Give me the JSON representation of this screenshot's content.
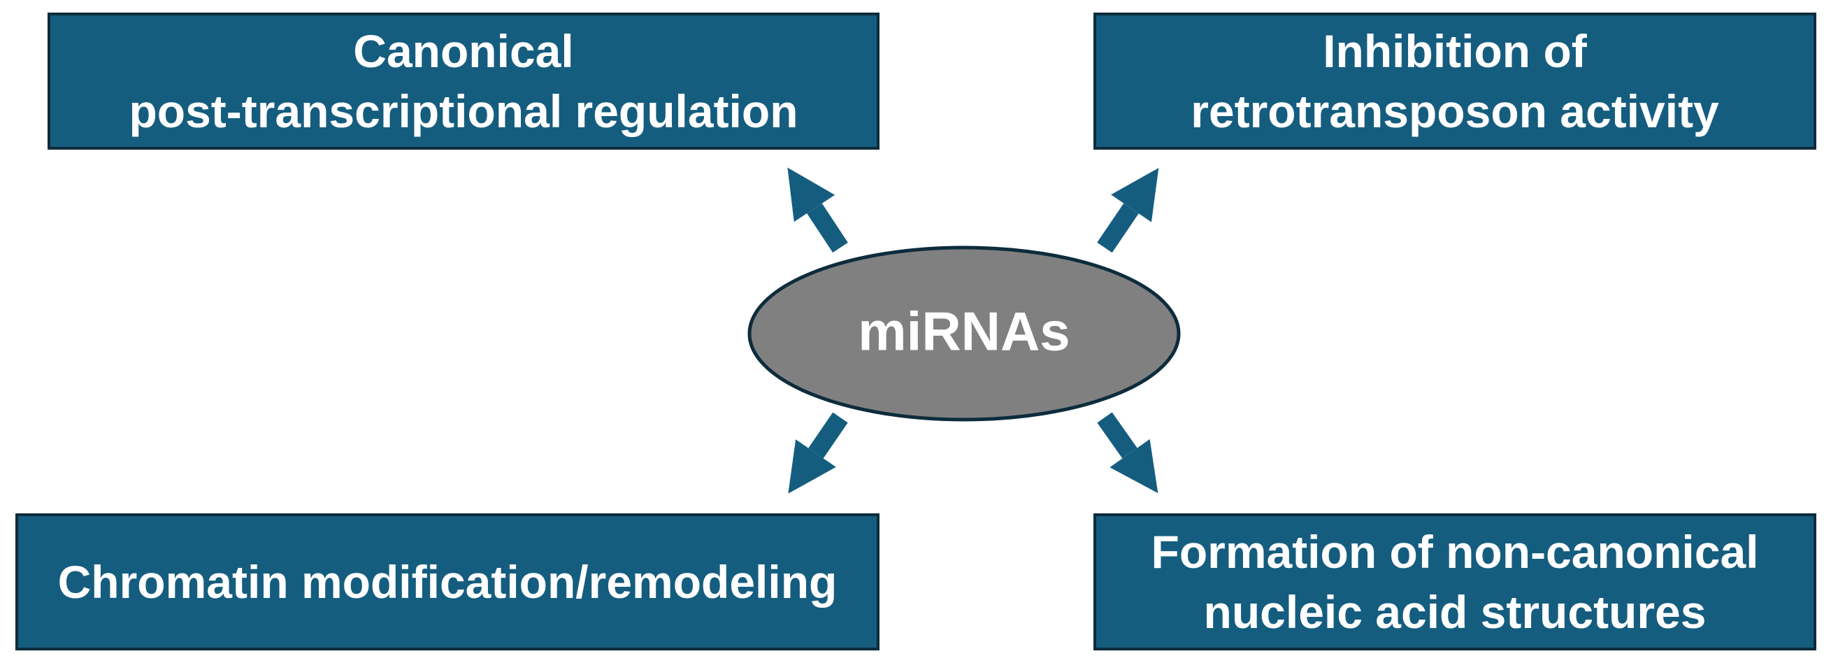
{
  "center": {
    "label": "miRNAs"
  },
  "boxes": {
    "top_left": {
      "lines": [
        "Canonical",
        "post-transcriptional regulation"
      ]
    },
    "top_right": {
      "lines": [
        "Inhibition of",
        "retrotransposon activity"
      ]
    },
    "bottom_left": {
      "lines": [
        "Chromatin modification/remodeling"
      ]
    },
    "bottom_right": {
      "lines": [
        "Formation of non-canonical",
        "nucleic acid structures"
      ]
    }
  },
  "colors": {
    "box_fill": "#155d7f",
    "box_border": "#0d2c3c",
    "arrow": "#155d7f",
    "ellipse_fill": "#808080",
    "ellipse_border": "#0d2c3c",
    "text": "#ffffff"
  }
}
